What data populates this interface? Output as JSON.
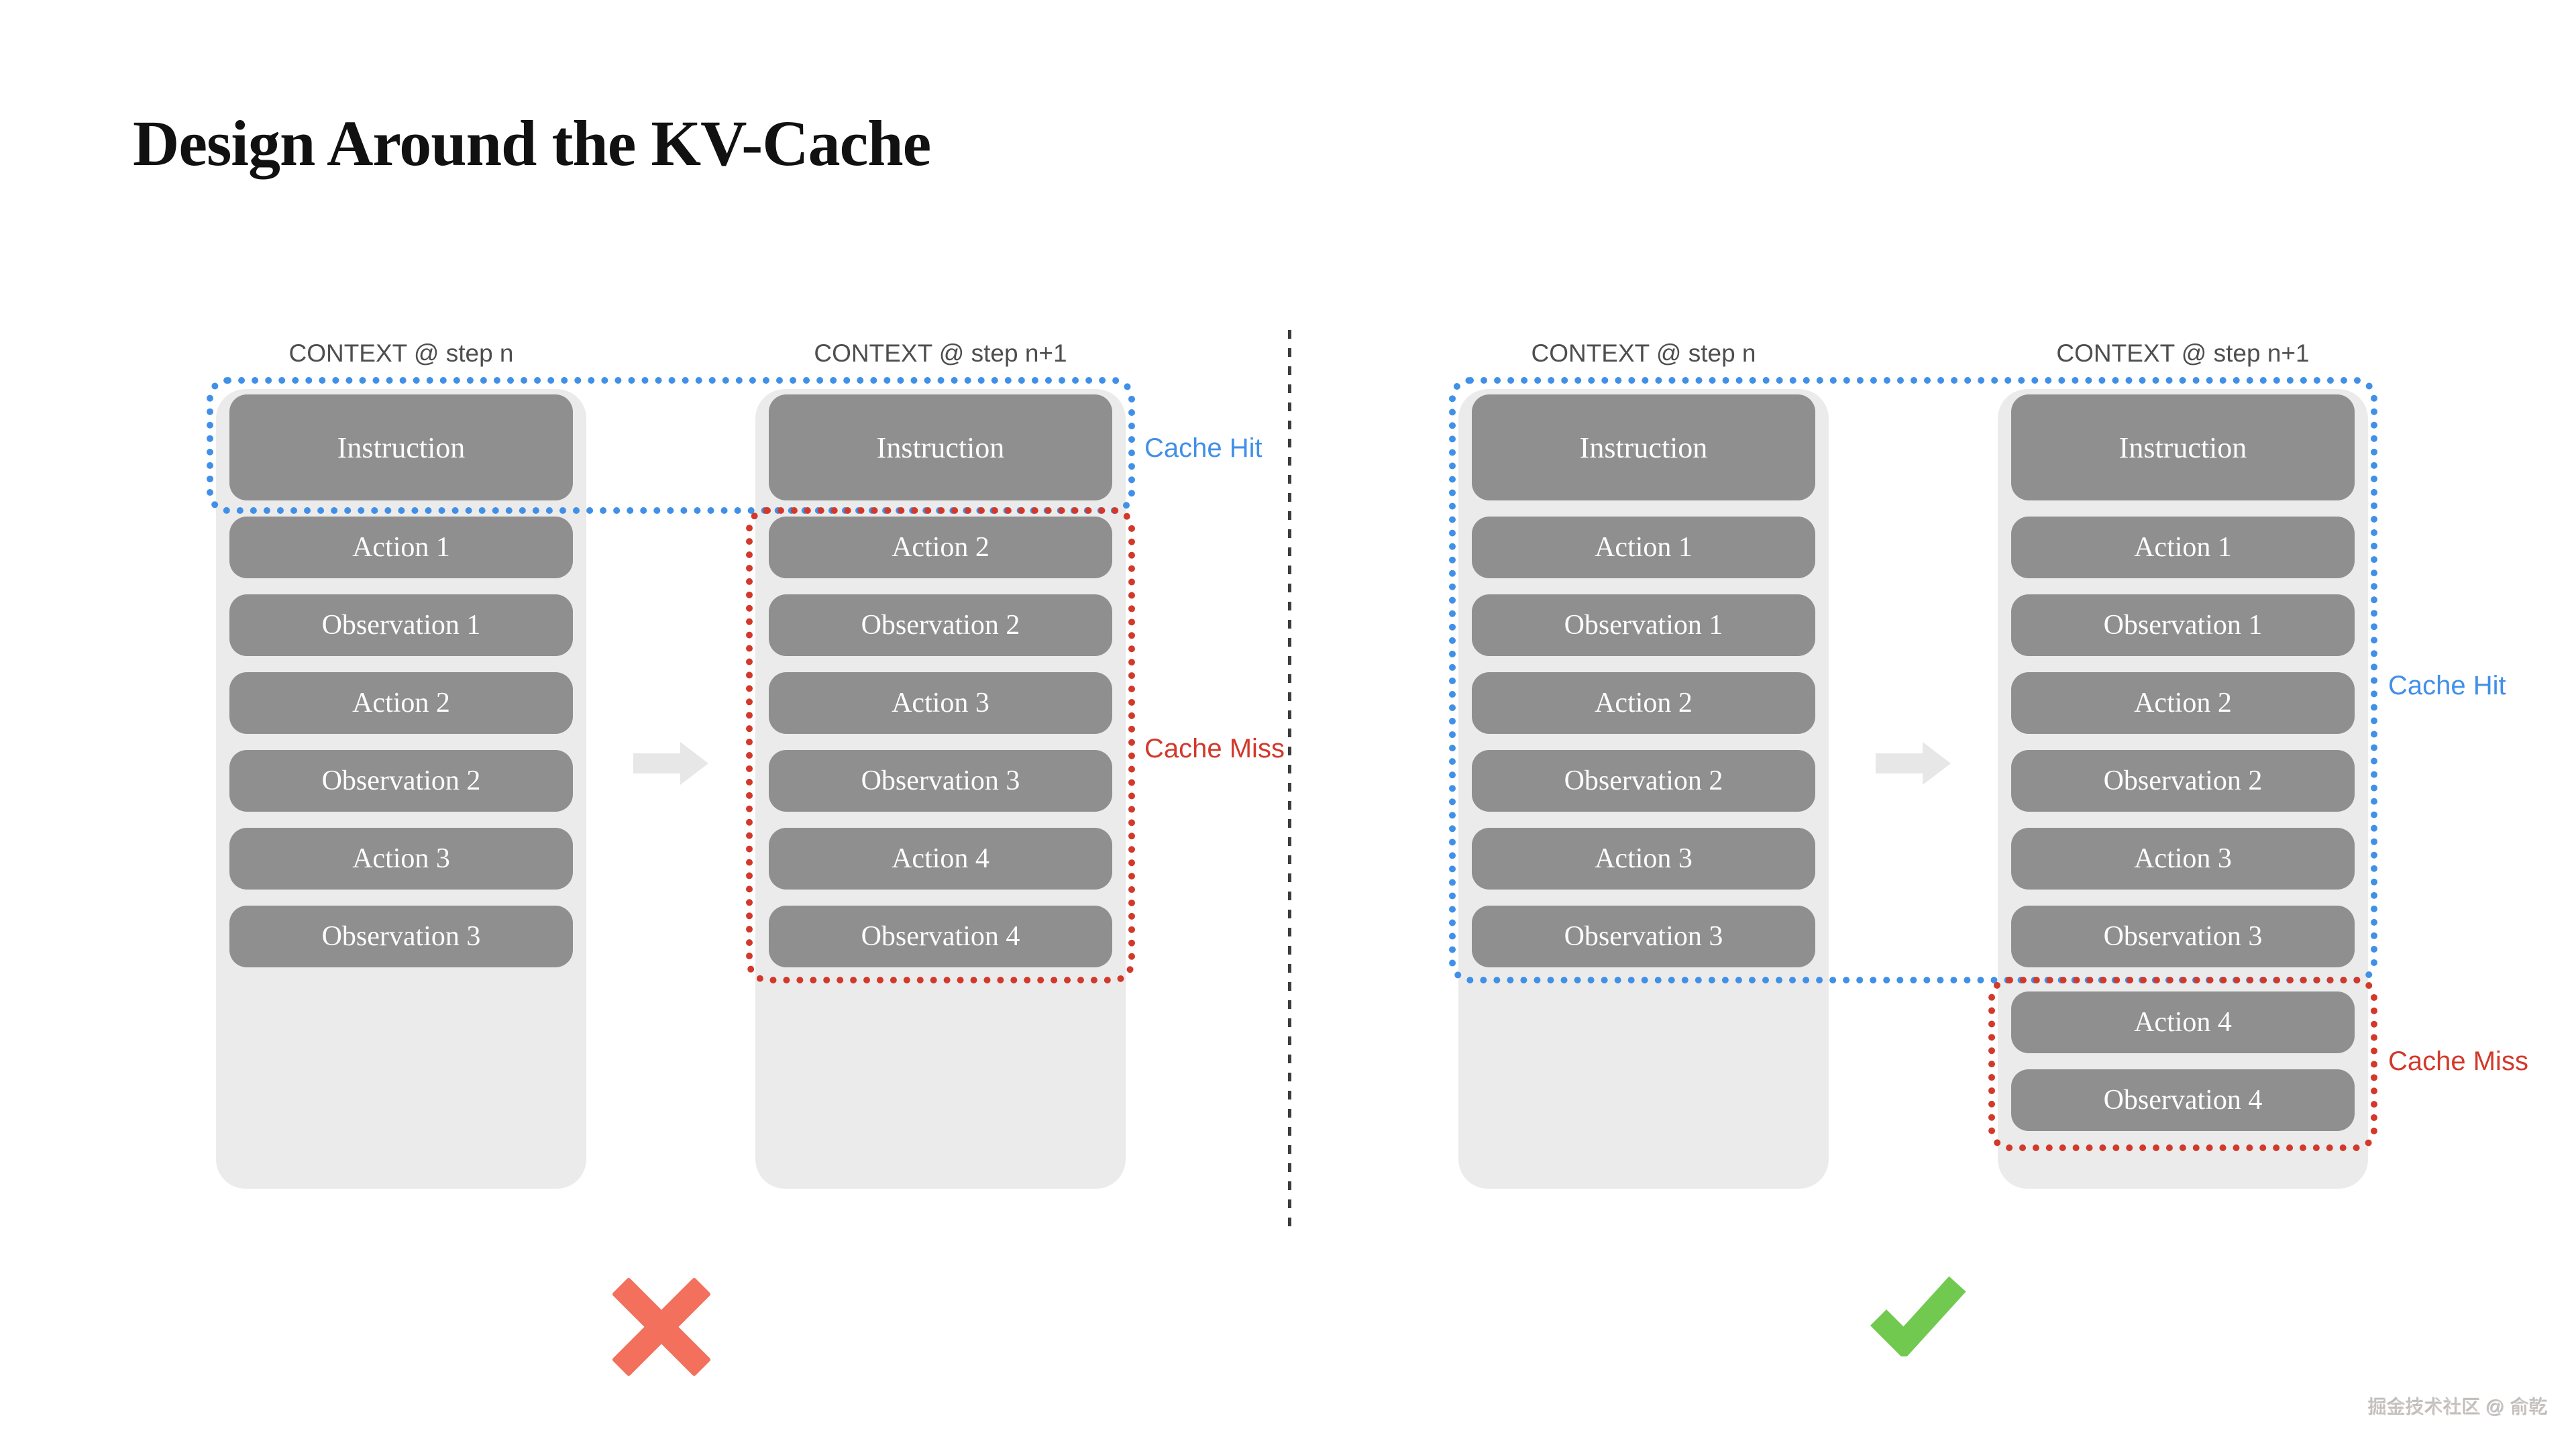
{
  "title": "Design Around the KV-Cache",
  "labels": {
    "cache_hit": "Cache Hit",
    "cache_miss": "Cache Miss"
  },
  "colors": {
    "cache_hit_blue": "#4190e8",
    "cache_miss_red": "#d2392b",
    "box_gray": "#8f8f8f",
    "panel_gray": "#ebebeb",
    "cross_red": "#f2705c",
    "check_green": "#71c94f"
  },
  "diagram_wrong": {
    "verdict": "rejected",
    "col_n": {
      "header": "CONTEXT @ step n",
      "boxes": [
        "Instruction",
        "Action 1",
        "Observation 1",
        "Action 2",
        "Observation 2",
        "Action 3",
        "Observation 3"
      ]
    },
    "col_n1": {
      "header": "CONTEXT @ step n+1",
      "boxes": [
        "Instruction",
        "Action 2",
        "Observation 2",
        "Action 3",
        "Observation 3",
        "Action 4",
        "Observation 4"
      ]
    }
  },
  "diagram_right": {
    "verdict": "approved",
    "col_n": {
      "header": "CONTEXT @ step n",
      "boxes": [
        "Instruction",
        "Action 1",
        "Observation 1",
        "Action 2",
        "Observation 2",
        "Action 3",
        "Observation 3"
      ]
    },
    "col_n1": {
      "header": "CONTEXT @ step n+1",
      "boxes": [
        "Instruction",
        "Action 1",
        "Observation 1",
        "Action 2",
        "Observation 2",
        "Action 3",
        "Observation 3",
        "Action 4",
        "Observation 4"
      ]
    }
  },
  "watermark": "掘金技术社区 @ 俞乾"
}
